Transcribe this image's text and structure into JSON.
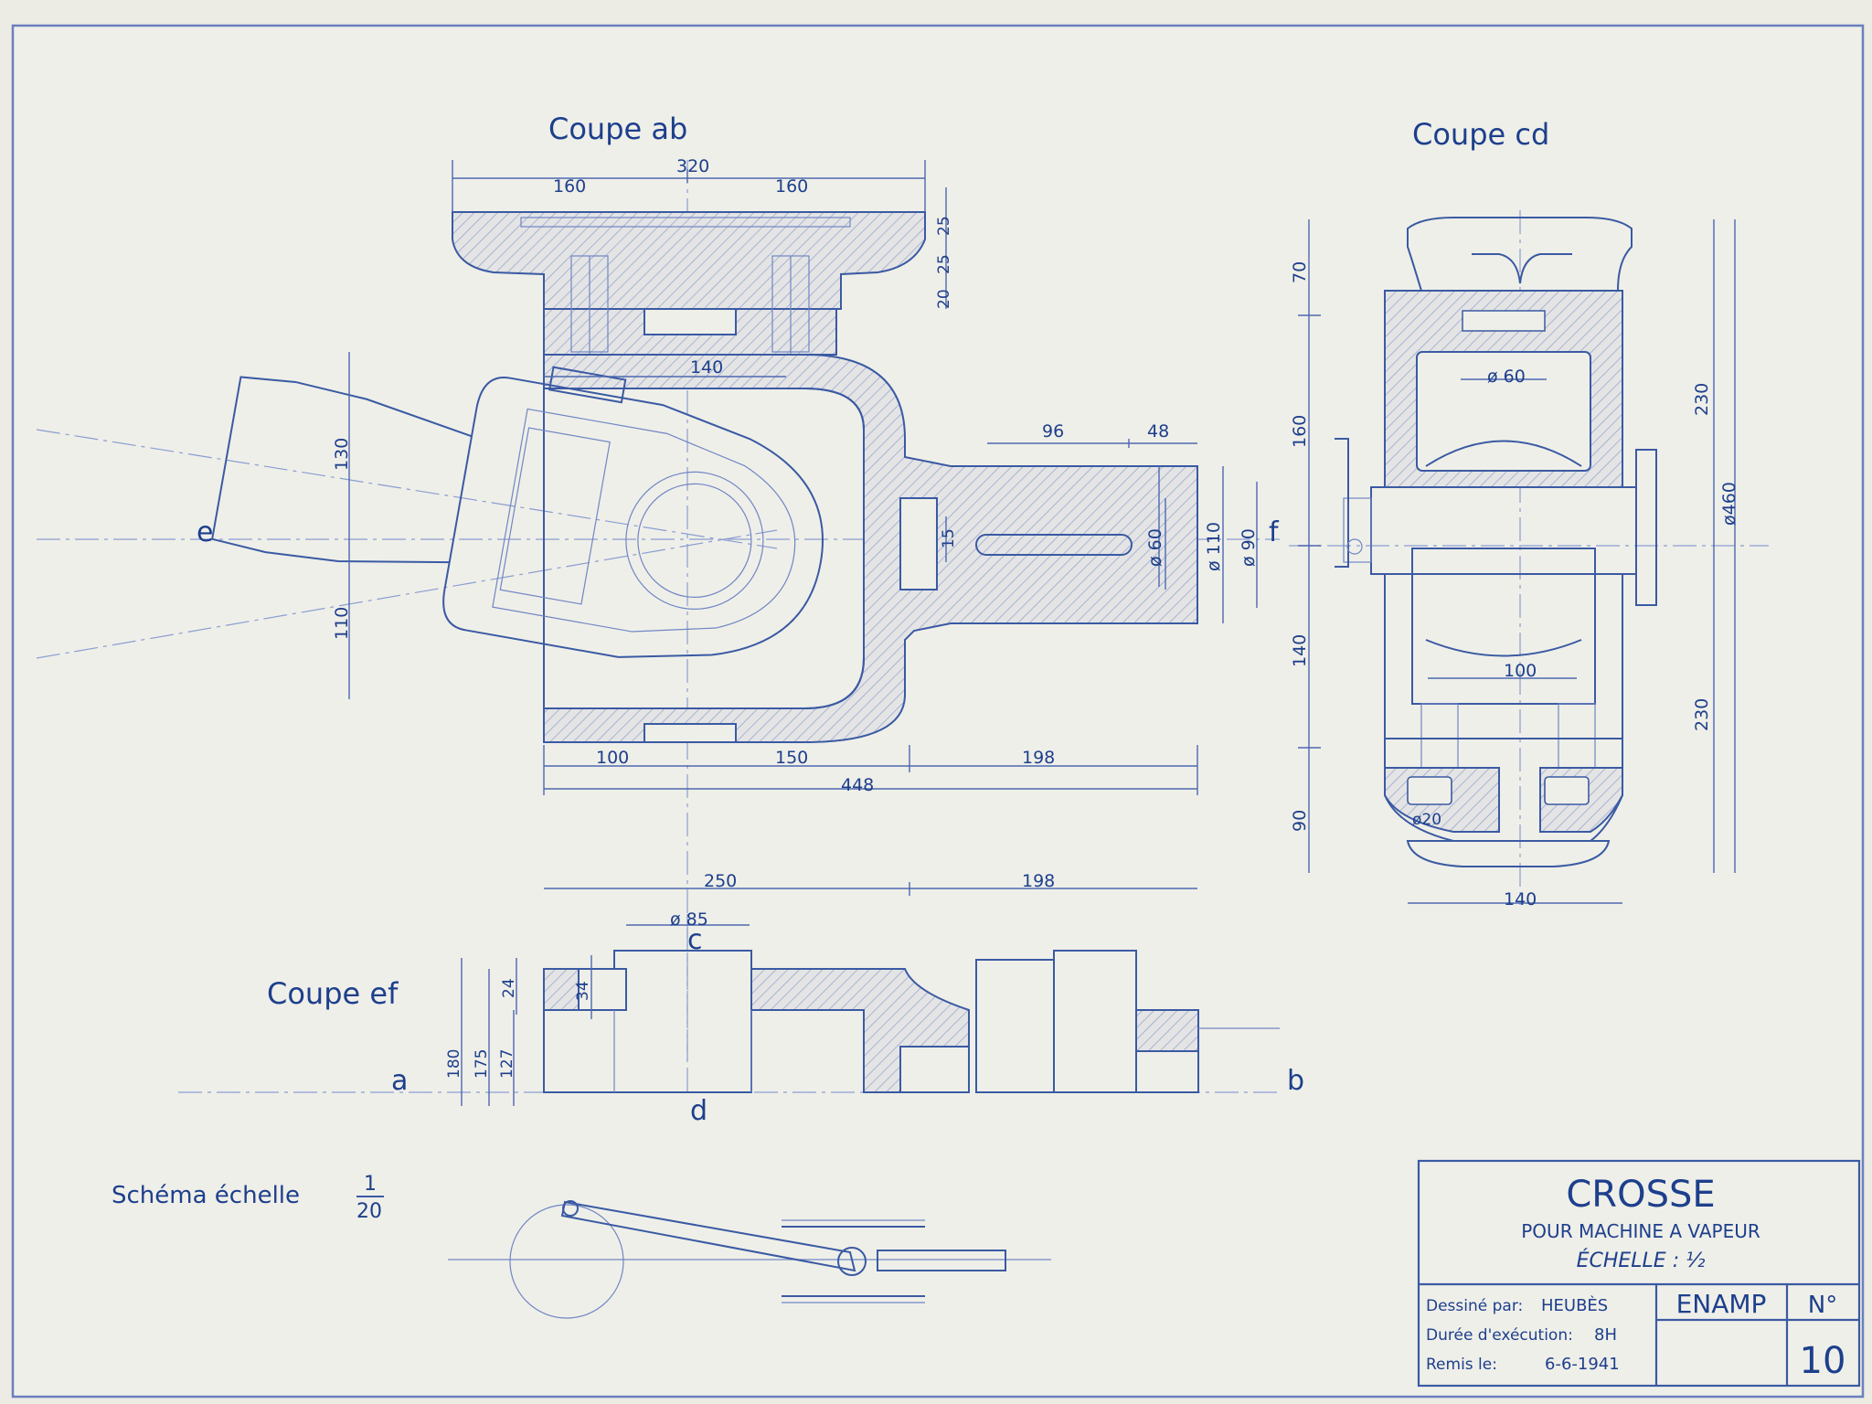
{
  "views": {
    "coupe_ab": "Coupe ab",
    "coupe_cd": "Coupe cd",
    "coupe_ef": "Coupe ef"
  },
  "section_letters": {
    "a": "a",
    "b": "b",
    "c": "c",
    "d": "d",
    "e": "e",
    "f": "f"
  },
  "dims_ab": {
    "d320": "320",
    "d160a": "160",
    "d160b": "160",
    "d140": "140",
    "d96": "96",
    "d48": "48",
    "d130": "130",
    "d110": "110",
    "d15": "15",
    "dphi60": "ø 60",
    "dphi110": "ø 110",
    "dphi90": "ø 90",
    "d100": "100",
    "d150": "150",
    "d198": "198",
    "d448": "448",
    "d20": "20",
    "d25a": "25",
    "d25b": "25"
  },
  "dims_cd": {
    "d70": "70",
    "d160": "160",
    "d140": "140",
    "d90": "90",
    "d230a": "230",
    "d230b": "230",
    "dphi460": "ø460",
    "dphi60": "ø 60",
    "d100": "100",
    "dphi20": "ø20",
    "d140w": "140"
  },
  "dims_ef": {
    "d250": "250",
    "d198": "198",
    "dphi85": "ø 85",
    "d34": "34",
    "d24": "24",
    "d180": "180",
    "d175": "175",
    "d127": "127"
  },
  "schema": {
    "label": "Schéma échelle",
    "num": "1",
    "den": "20"
  },
  "title_block": {
    "title": "CROSSE",
    "subtitle": "POUR MACHINE A VAPEUR",
    "scale": "ÉCHELLE : ½",
    "drawn_by_label": "Dessiné par:",
    "drawn_by": "HEUBÈS",
    "school": "ENAMP",
    "no_label": "N°",
    "duration_label": "Durée d'exécution:",
    "duration": "8H",
    "date_label": "Remis le:",
    "date": "6-6-1941",
    "number": "10"
  },
  "colors": {
    "paper": "#ecebe4",
    "ink": "#1d3f8c",
    "line": "#3a5aa3"
  }
}
